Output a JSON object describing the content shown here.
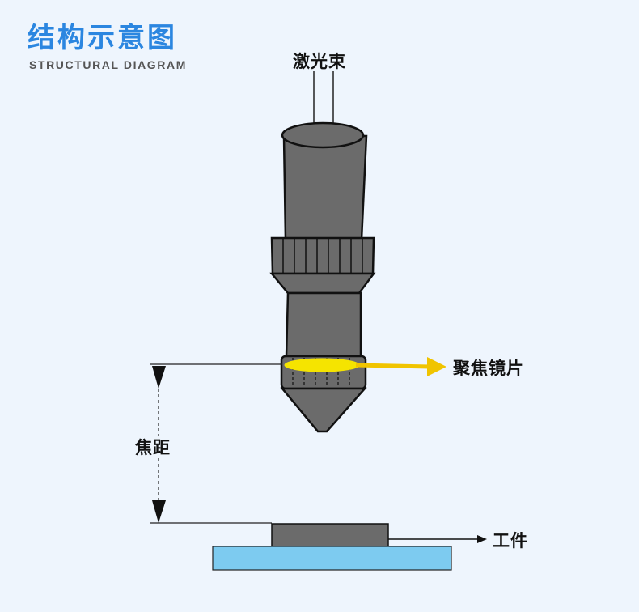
{
  "header": {
    "title": "结构示意图",
    "subtitle": "STRUCTURAL DIAGRAM"
  },
  "labels": {
    "laser_beam": "激光束",
    "focusing_lens": "聚焦镜片",
    "focal_length": "焦距",
    "workpiece": "工件"
  },
  "colors": {
    "background": "#eef5fd",
    "title": "#2b86e0",
    "nozzle_body": "#6b6b6b",
    "lens_highlight": "#f5e400",
    "lens_arrow": "#f0c400",
    "workpiece": "#6b6b6b",
    "base_plate": "#7dcbf0"
  }
}
